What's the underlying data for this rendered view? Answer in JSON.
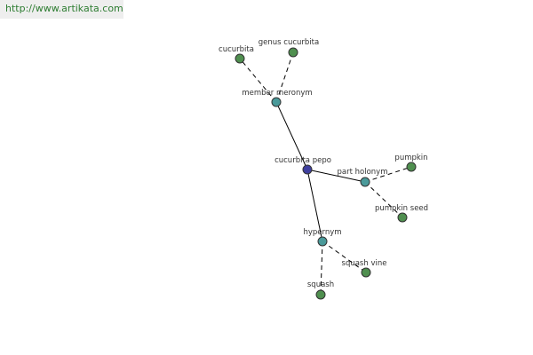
{
  "watermark": {
    "text": "http://www.artikata.com"
  },
  "colors": {
    "root": "#3f3f9f",
    "relation": "#4a9a9a",
    "leaf": "#4f8f4f",
    "watermark_bg": "#eeeeee",
    "watermark_text": "#2e7d32"
  },
  "graph": {
    "root": {
      "id": "cucurbita-pepo",
      "label": "cucurbita pepo"
    },
    "relations": [
      {
        "id": "member-meronym",
        "label": "member meronym",
        "targets": [
          {
            "id": "cucurbita",
            "label": "cucurbita"
          },
          {
            "id": "genus-cucurbita",
            "label": "genus cucurbita"
          }
        ]
      },
      {
        "id": "part-holonym",
        "label": "part holonym",
        "targets": [
          {
            "id": "pumpkin",
            "label": "pumpkin"
          },
          {
            "id": "pumpkin-seed",
            "label": "pumpkin seed"
          }
        ]
      },
      {
        "id": "hypernym",
        "label": "hypernym",
        "targets": [
          {
            "id": "squash-vine",
            "label": "squash vine"
          },
          {
            "id": "squash",
            "label": "squash"
          }
        ]
      }
    ]
  }
}
